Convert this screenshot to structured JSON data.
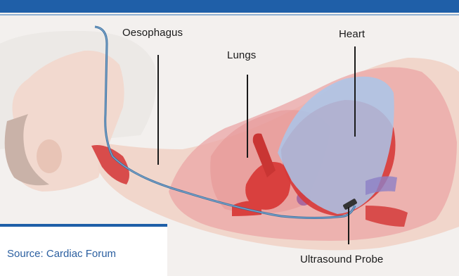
{
  "labels": {
    "oesophagus": "Oesophagus",
    "lungs": "Lungs",
    "heart": "Heart",
    "probe": "Ultrasound Probe"
  },
  "source": "Source: Cardiac Forum",
  "colors": {
    "header_blue": "#1f5fa8",
    "skin": "#f0d8cc",
    "tissue_red": "#e2504f",
    "heart_blue": "#a9c6ea",
    "source_text": "#2b5fa0"
  }
}
